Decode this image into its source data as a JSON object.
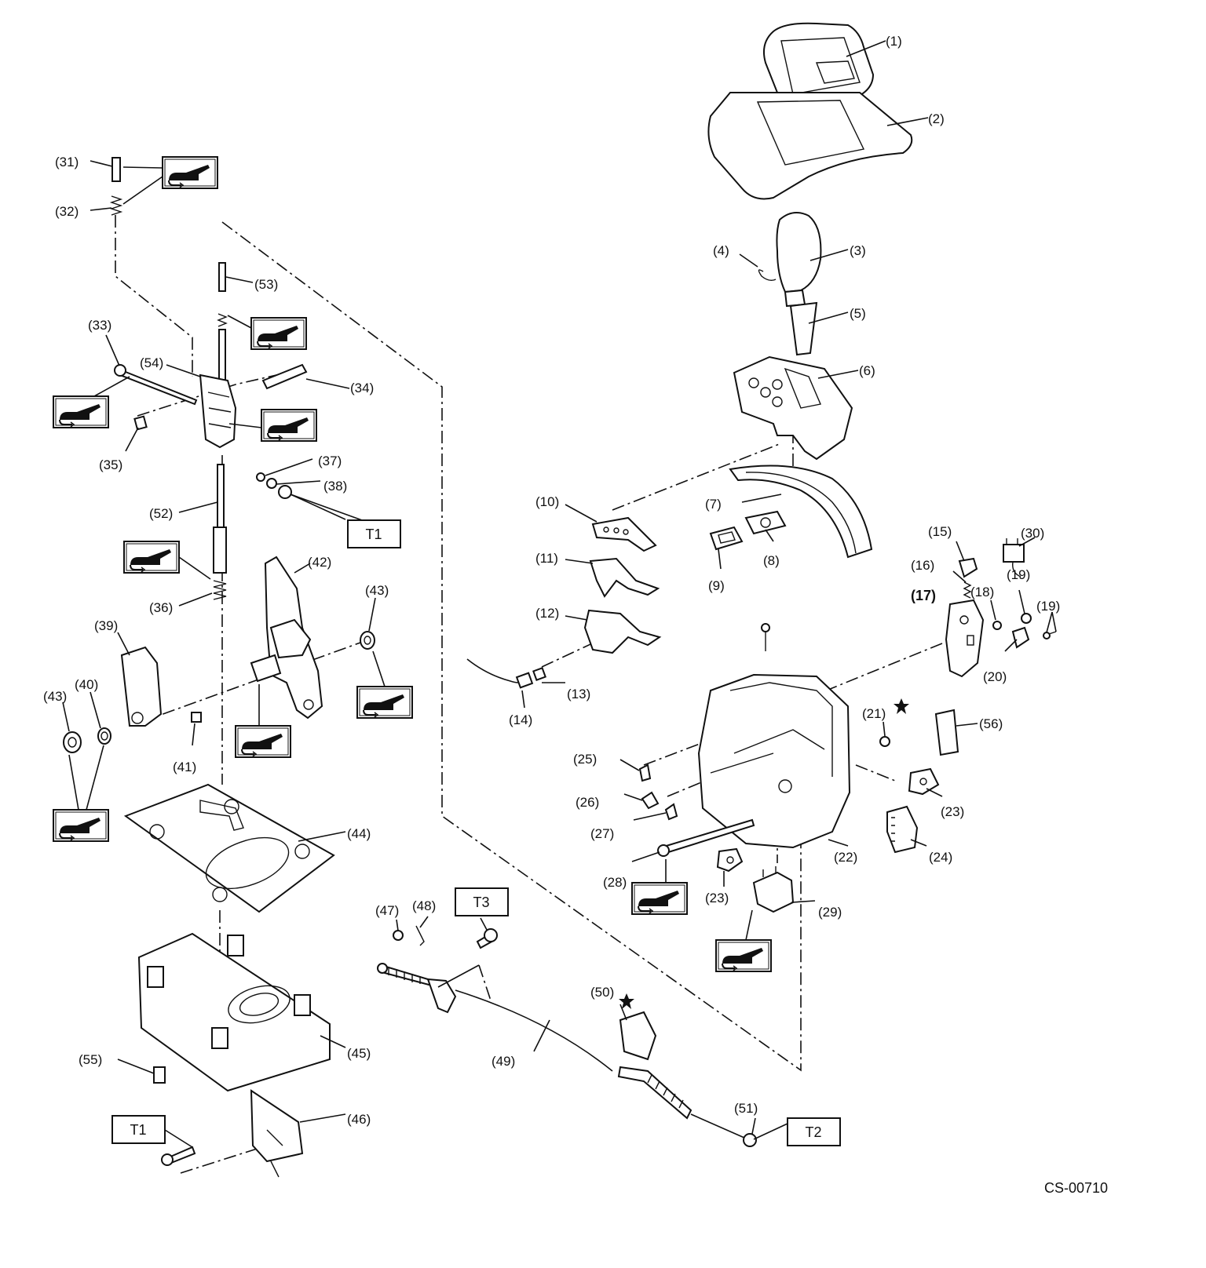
{
  "figure_code": "CS-00710",
  "part_labels": {
    "p1": "(1)",
    "p2": "(2)",
    "p3": "(3)",
    "p4": "(4)",
    "p5": "(5)",
    "p6": "(6)",
    "p7": "(7)",
    "p8": "(8)",
    "p9": "(9)",
    "p10": "(10)",
    "p11": "(11)",
    "p12": "(12)",
    "p13": "(13)",
    "p14": "(14)",
    "p15": "(15)",
    "p16": "(16)",
    "p17": "(17)",
    "p18": "(18)",
    "p19a": "(19)",
    "p19b": "(19)",
    "p20": "(20)",
    "p21": "(21)",
    "p22": "(22)",
    "p23a": "(23)",
    "p23b": "(23)",
    "p24": "(24)",
    "p25": "(25)",
    "p26": "(26)",
    "p27": "(27)",
    "p28": "(28)",
    "p29": "(29)",
    "p30": "(30)",
    "p31": "(31)",
    "p32": "(32)",
    "p33": "(33)",
    "p34": "(34)",
    "p35": "(35)",
    "p36": "(36)",
    "p37": "(37)",
    "p38": "(38)",
    "p39": "(39)",
    "p40": "(40)",
    "p41": "(41)",
    "p42": "(42)",
    "p43a": "(43)",
    "p43b": "(43)",
    "p44": "(44)",
    "p45": "(45)",
    "p46": "(46)",
    "p47": "(47)",
    "p48": "(48)",
    "p49": "(49)",
    "p50": "(50)",
    "p51": "(51)",
    "p52": "(52)",
    "p53": "(53)",
    "p54": "(54)",
    "p55": "(55)",
    "p56": "(56)"
  },
  "torque_labels": {
    "t1a": "T1",
    "t1b": "T1",
    "t2": "T2",
    "t3": "T3"
  },
  "marker_icons": [
    "grease-icon",
    "star-icon"
  ]
}
